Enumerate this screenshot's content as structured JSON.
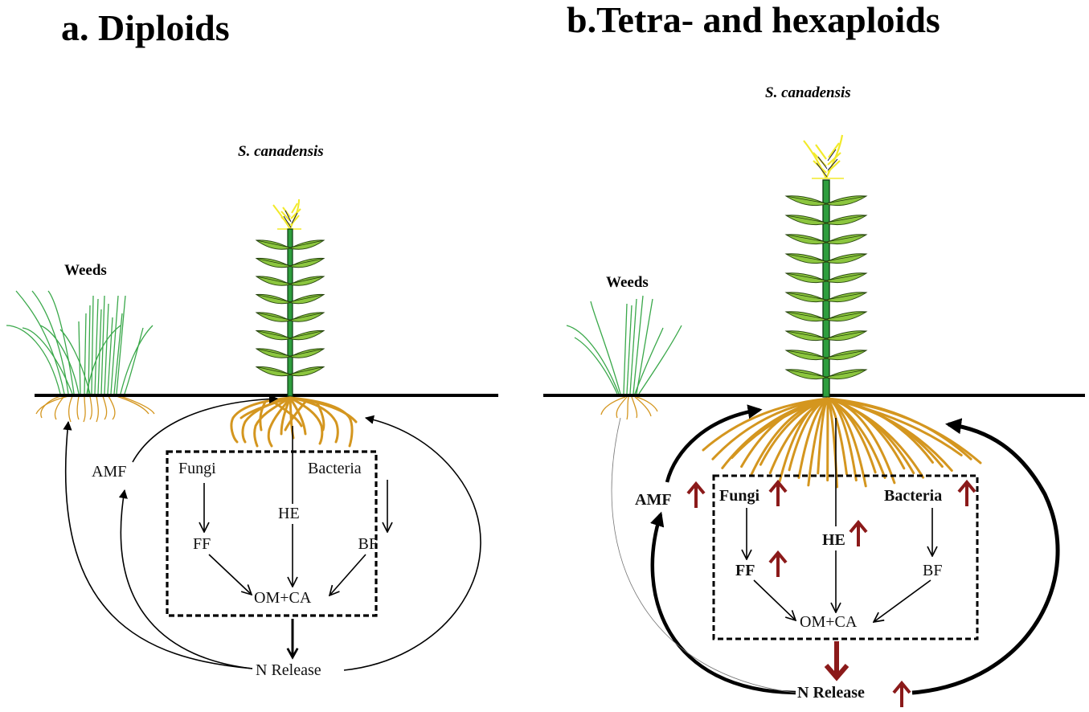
{
  "panels": [
    {
      "title": "a. Diploids",
      "species_label": "S. canadensis",
      "weeds_label": "Weeds",
      "nodes": {
        "amf": "AMF",
        "fungi": "Fungi",
        "he": "HE",
        "bacteria": "Bacteria",
        "ff": "FF",
        "bf": "BF",
        "om_ca": "OM+CA",
        "n_release": "N Release"
      }
    },
    {
      "title": "b.Tetra- and hexaploids",
      "species_label": "S. canadensis",
      "weeds_label": "Weeds",
      "nodes": {
        "amf": "AMF",
        "fungi": "Fungi",
        "he": "HE",
        "bacteria": "Bacteria",
        "ff": "FF",
        "bf": "BF",
        "om_ca": "OM+CA",
        "n_release": "N Release"
      },
      "increased": [
        "AMF",
        "Fungi",
        "Bacteria",
        "HE",
        "FF",
        "N Release"
      ]
    }
  ],
  "colors": {
    "increase_arrow": "#8b1a1a",
    "root": "#d4961f",
    "leaf": "#8cc63f",
    "stem": "#2e9e3e",
    "grass": "#3aa84a",
    "flower": "#f2ea2a"
  }
}
